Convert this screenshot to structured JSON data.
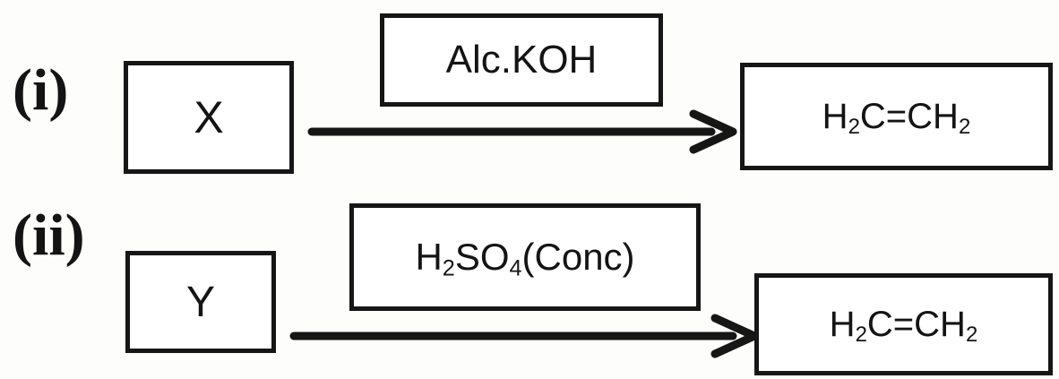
{
  "reactions": [
    {
      "label": "(i)",
      "reactant": "X",
      "reagent": "Alc.KOH",
      "product": {
        "a": "H",
        "b": "2",
        "c": "C=CH",
        "d": "2"
      }
    },
    {
      "label": "(ii)",
      "reactant": "Y",
      "reagent": {
        "a": "H",
        "b": "2",
        "c": "SO",
        "d": "4",
        "e": "(Conc)"
      },
      "product": {
        "a": "H",
        "b": "2",
        "c": "C=CH",
        "d": "2"
      }
    }
  ],
  "colors": {
    "ink": "#141414",
    "background": "#ffffff"
  }
}
